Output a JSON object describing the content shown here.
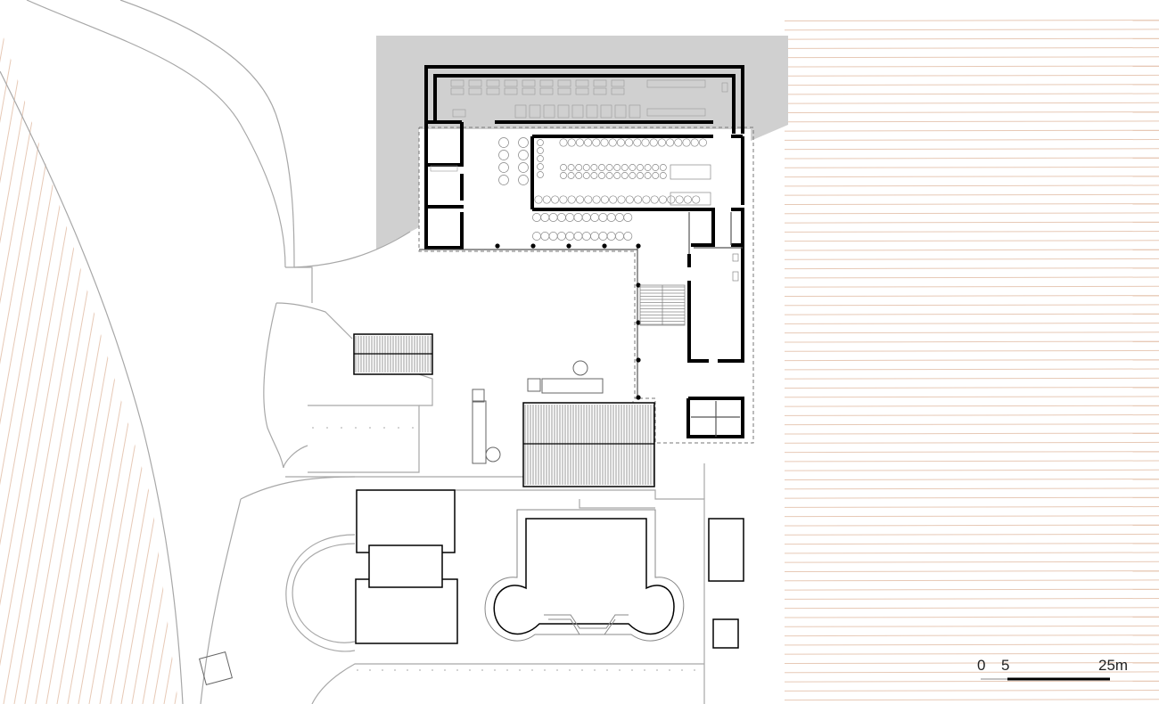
{
  "scale_bar": {
    "tick_zero": "0",
    "tick_five": "5",
    "tick_end": "25m"
  },
  "colors": {
    "background": "#ffffff",
    "vineyard_row": "#e7c9b6",
    "shade": "#d0d0d0",
    "wall": "#000000",
    "thin_line": "#a8a8a8",
    "furniture": "#9a9a9a"
  }
}
